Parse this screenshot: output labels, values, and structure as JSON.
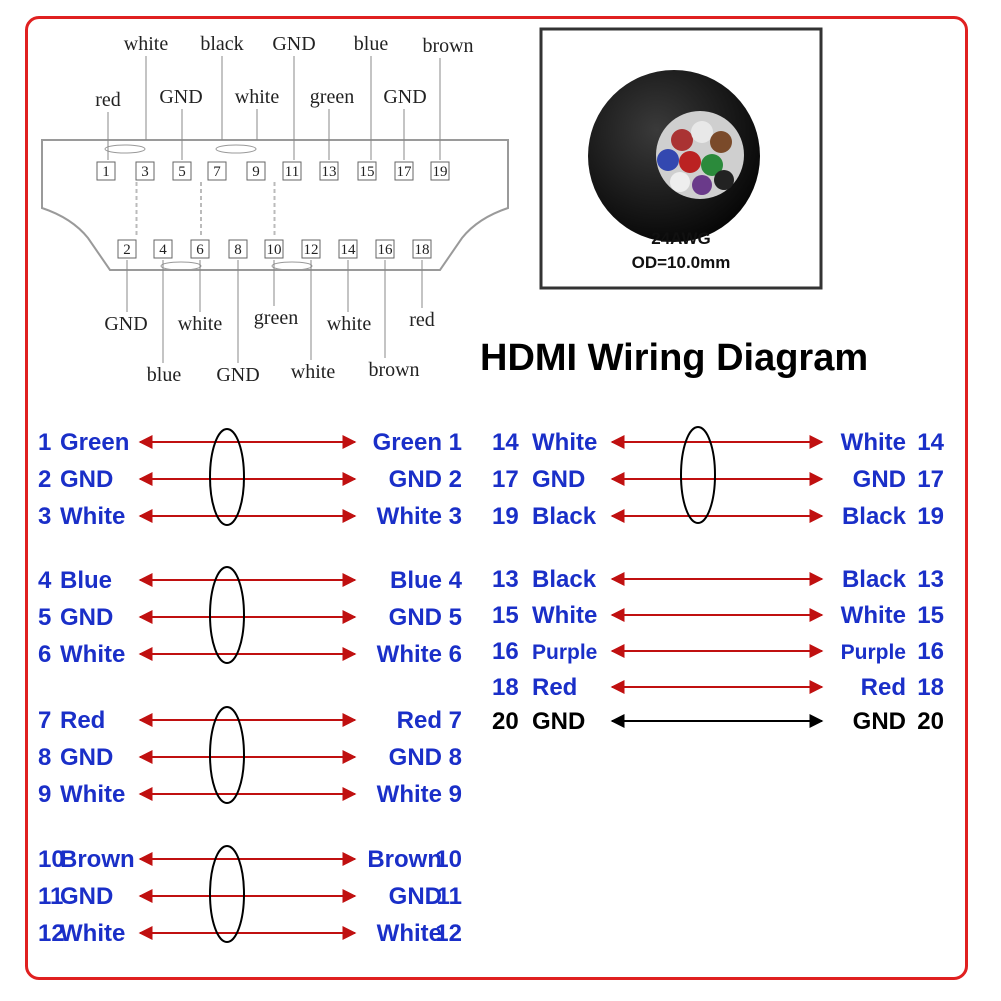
{
  "title": "HDMI Wiring Diagram",
  "cable": {
    "gauge": "24AWG",
    "od": "OD=10.0mm"
  },
  "colors": {
    "accent_red": "#e02020",
    "label_blue": "#1a2fc8",
    "arrow_red": "#c01010",
    "black": "#000000"
  },
  "connector": {
    "top_pins": [
      "1",
      "3",
      "5",
      "7",
      "9",
      "11",
      "13",
      "15",
      "17",
      "19"
    ],
    "bottom_pins": [
      "2",
      "4",
      "6",
      "8",
      "10",
      "12",
      "14",
      "16",
      "18"
    ],
    "top_labels": [
      {
        "text": "white",
        "row": 1
      },
      {
        "text": "black",
        "row": 1
      },
      {
        "text": "GND",
        "row": 1
      },
      {
        "text": "blue",
        "row": 1
      },
      {
        "text": "brown",
        "row": 1
      },
      {
        "text": "red",
        "row": 2
      },
      {
        "text": "GND",
        "row": 2
      },
      {
        "text": "white",
        "row": 2
      },
      {
        "text": "green",
        "row": 2
      },
      {
        "text": "GND",
        "row": 2
      }
    ],
    "bottom_labels": [
      {
        "text": "GND",
        "row": 1
      },
      {
        "text": "white",
        "row": 1
      },
      {
        "text": "green",
        "row": 1
      },
      {
        "text": "white",
        "row": 1
      },
      {
        "text": "red",
        "row": 1
      },
      {
        "text": "blue",
        "row": 2
      },
      {
        "text": "GND",
        "row": 2
      },
      {
        "text": "white",
        "row": 2
      },
      {
        "text": "brown",
        "row": 2
      }
    ]
  },
  "left_groups": [
    [
      {
        "num": "1",
        "name": "Green"
      },
      {
        "num": "2",
        "name": "GND"
      },
      {
        "num": "3",
        "name": "White"
      }
    ],
    [
      {
        "num": "4",
        "name": "Blue"
      },
      {
        "num": "5",
        "name": "GND"
      },
      {
        "num": "6",
        "name": "White"
      }
    ],
    [
      {
        "num": "7",
        "name": "Red"
      },
      {
        "num": "8",
        "name": "GND"
      },
      {
        "num": "9",
        "name": "White"
      }
    ],
    [
      {
        "num": "10",
        "name": "Brown"
      },
      {
        "num": "11",
        "name": "GND"
      },
      {
        "num": "12",
        "name": "White"
      }
    ]
  ],
  "right_group_a": [
    {
      "num": "14",
      "name": "White"
    },
    {
      "num": "17",
      "name": "GND"
    },
    {
      "num": "19",
      "name": "Black"
    }
  ],
  "right_group_b": [
    {
      "num": "13",
      "name": "Black"
    },
    {
      "num": "15",
      "name": "White"
    },
    {
      "num": "16",
      "name": "Purple"
    },
    {
      "num": "18",
      "name": "Red"
    }
  ],
  "right_group_c": [
    {
      "num": "20",
      "name": "GND"
    }
  ]
}
